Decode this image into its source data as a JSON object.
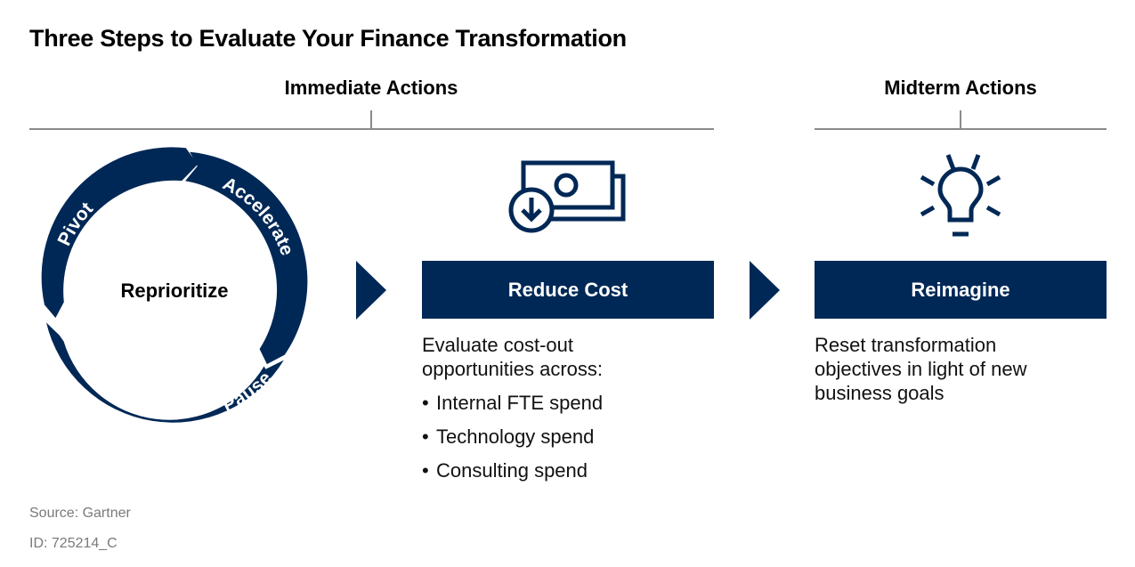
{
  "title": "Three Steps to Evaluate Your Finance Transformation",
  "headers": {
    "immediate": "Immediate Actions",
    "midterm": "Midterm Actions"
  },
  "cycle": {
    "center": "Reprioritize",
    "segments": [
      "Pivot",
      "Accelerate",
      "Pause"
    ]
  },
  "steps": [
    {
      "label": "Reduce Cost",
      "icon": "money-down-icon",
      "description_lines": [
        "Evaluate cost-out",
        "opportunities across:"
      ],
      "bullets": [
        "Internal FTE spend",
        "Technology spend",
        "Consulting spend"
      ]
    },
    {
      "label": "Reimagine",
      "icon": "lightbulb-icon",
      "description_lines": [
        "Reset transformation",
        "objectives in light of new",
        "business goals"
      ]
    }
  ],
  "footer": {
    "source": "Source: Gartner",
    "id": "ID: 725214_C"
  },
  "colors": {
    "navy": "#002856",
    "rule": "#8a8a8a",
    "footer_text": "#7a7a7a"
  }
}
